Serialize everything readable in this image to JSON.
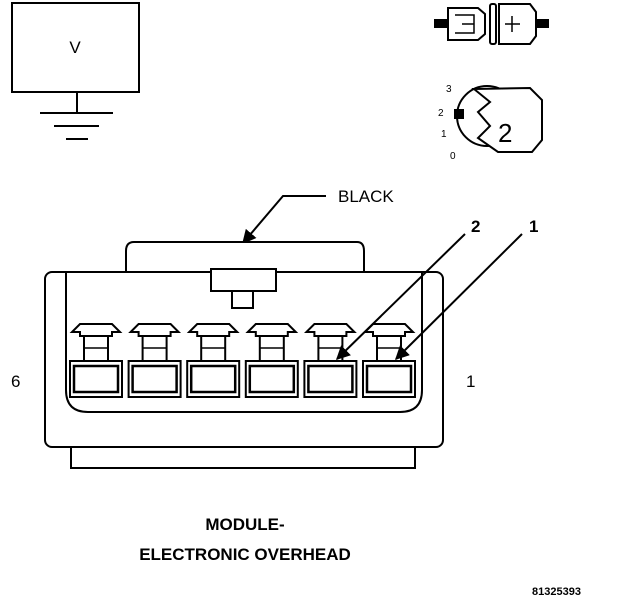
{
  "meter": {
    "symbol": "V"
  },
  "key_position": {
    "scale": [
      "3",
      "2",
      "1",
      "0"
    ],
    "value": "2"
  },
  "connector": {
    "color_label": "BLACK",
    "callout_pin_a": "2",
    "callout_pin_b": "1",
    "end_label_left": "6",
    "end_label_right": "1",
    "cavities": 6
  },
  "caption": {
    "line1": "MODULE-",
    "line2": "ELECTRONIC OVERHEAD"
  },
  "figure_id": "81325393",
  "colors": {
    "ink": "#000000",
    "paper": "#ffffff"
  }
}
